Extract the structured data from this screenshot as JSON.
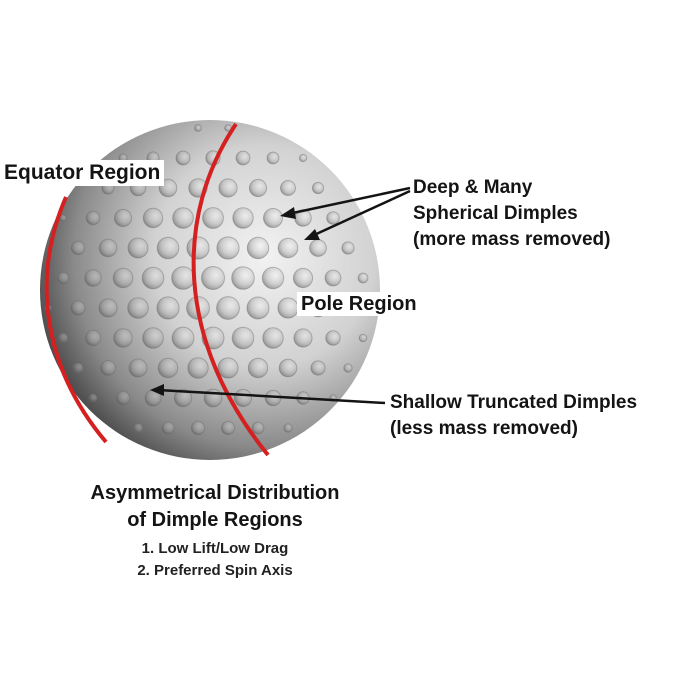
{
  "labels": {
    "equator_region": "Equator Region",
    "pole_region": "Pole Region",
    "deep_dimples": [
      "Deep & Many",
      "Spherical Dimples",
      "(more mass removed)"
    ],
    "shallow_dimples": [
      "Shallow Truncated Dimples",
      "(less mass removed)"
    ]
  },
  "caption": {
    "heading": [
      "Asymmetrical Distribution",
      "of Dimple Regions"
    ],
    "notes": [
      "1. Low Lift/Low Drag",
      "2. Preferred Spin Axis"
    ]
  },
  "colors": {
    "region_boundary": "#d42020",
    "ball_light": "#e4e4e4",
    "ball_dark": "#3c3c3c",
    "text": "#141414"
  }
}
